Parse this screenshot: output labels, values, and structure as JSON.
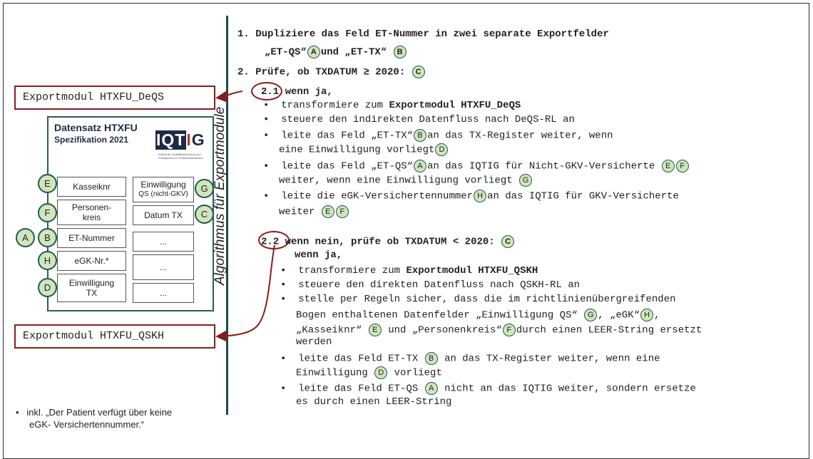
{
  "side_label": "Algorithmus für Exportmodule",
  "export_boxes": {
    "deqs": "Exportmodul HTXFU_DeQS",
    "qskh": "Exportmodul HTXFU_QSKH"
  },
  "dataset": {
    "title": "Datensatz HTXFU",
    "subtitle": "Spezifikation 2021",
    "logo": "IQTIG",
    "logo_small": "Institut für Qualitätssicherung und Transparenz im Gesundheitswesen",
    "fields": {
      "kasseiknr": "Kasseiknr",
      "personenkreis": "Personen-kreis",
      "et_nummer": "ET-Nummer",
      "egk_nr": "eGK-Nr.*",
      "einwilligung_tx": "Einwilligung TX",
      "einwilligung_qs": "Einwilligung",
      "einwilligung_qs_sub": "QS (nicht-GKV)",
      "datum_tx": "Datum TX",
      "dots": "..."
    }
  },
  "badges": {
    "A": "A",
    "B": "B",
    "C": "C",
    "D": "D",
    "E": "E",
    "F": "F",
    "G": "G",
    "H": "H"
  },
  "steps": {
    "s1_a": "1. Dupliziere das Feld ET-Nummer in zwei separate Exportfelder",
    "s1_b1": "„ET-QS“",
    "s1_b2": "und „ET-TX“",
    "s2": "2. Prüfe, ob TXDATUM ≥ 2020:",
    "s21_num": "2.1",
    "s21_label": "wenn ja,",
    "s21_b1_pre": "transformiere zum ",
    "s21_b1_bold": "Exportmodul HTXFU_DeQS",
    "s21_b2": "steuere den indirekten Datenfluss nach DeQS-RL an",
    "s21_b3_a": "leite das Feld „ET-TX“",
    "s21_b3_b": "an das TX-Register weiter, wenn",
    "s21_b3_c": "eine Einwilligung vorliegt",
    "s21_b4_a": "leite das Feld „ET-QS“",
    "s21_b4_b": "an das IQTIG für Nicht-GKV-Versicherte",
    "s21_b4_c": "weiter, wenn eine Einwilligung vorliegt",
    "s21_b5_a": "leite die eGK-Versichertennummer",
    "s21_b5_b": "an das IQTIG für GKV-Versicherte",
    "s21_b5_c": "weiter",
    "s22_num": "2.2",
    "s22_label": "wenn nein, prüfe ob TXDATUM < 2020:",
    "s22_label2": "wenn ja,",
    "s22_b1_pre": "transformiere zum ",
    "s22_b1_bold": "Exportmodul HTXFU_QSKH",
    "s22_b2": "steuere den direkten Datenfluss nach QSKH-RL an",
    "s22_b3_a": "stelle per Regeln sicher, dass die im richtlinienübergreifenden",
    "s22_b3_b": "Bogen enthaltenen Datenfelder „Einwilligung QS“",
    "s22_b3_c": ", „eGK“",
    "s22_b3_d": ",",
    "s22_b3_e": "„Kasseiknr“",
    "s22_b3_f": "und „Personenkreis“",
    "s22_b3_g": "durch einen LEER-String ersetzt",
    "s22_b3_h": "werden",
    "s22_b4_a": "leite das Feld ET-TX",
    "s22_b4_b": "an das TX-Register weiter, wenn eine",
    "s22_b4_c": "Einwilligung",
    "s22_b4_d": "vorliegt",
    "s22_b5_a": "leite das Feld ET-QS",
    "s22_b5_b": "nicht an das IQTIG weiter, sondern ersetze",
    "s22_b5_c": "es durch einen LEER-String"
  },
  "footnote": {
    "line1": "inkl. „Der Patient verfügt über keine",
    "line2": "eGK- Versichertennummer.“"
  }
}
